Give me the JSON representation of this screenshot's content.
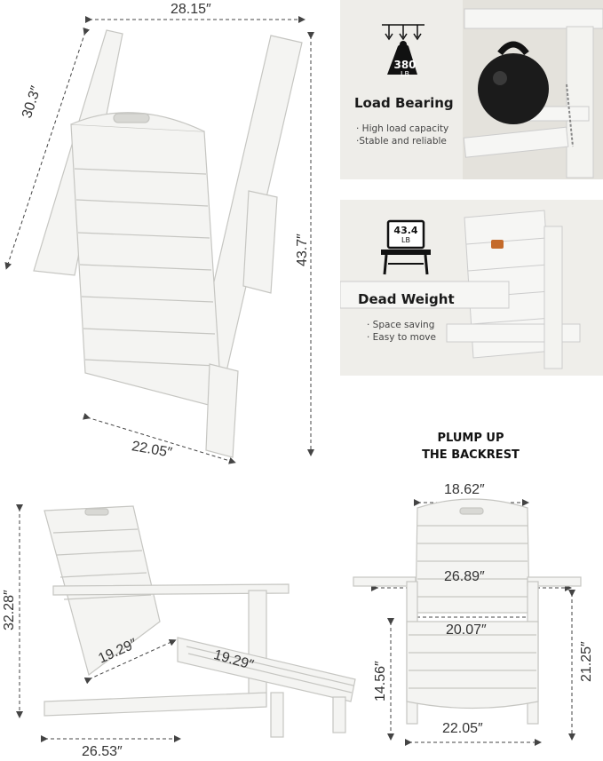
{
  "top_view": {
    "width_dim": "28.15″",
    "diag_dim": "30.3″",
    "height_dim": "43.7″",
    "bottom_dim": "22.05″"
  },
  "load_bearing": {
    "badge": "380",
    "badge_unit": "LB",
    "title": "Load Bearing",
    "bullets": [
      "· High load capacity",
      "·Stable and reliable"
    ]
  },
  "dead_weight": {
    "badge": "43.4",
    "badge_unit": "LB",
    "title": "Dead Weight",
    "bullets": [
      "· Space saving",
      "· Easy to move"
    ]
  },
  "plump_heading": [
    "PLUMP UP",
    "THE BACKREST"
  ],
  "side_view": {
    "height_dim": "32.28″",
    "seat_dim": "19.29″",
    "ottoman_dim": "19.29″",
    "depth_dim": "26.53″"
  },
  "front_view": {
    "back_width": "18.62″",
    "arm_width": "26.89″",
    "seat_width": "20.07″",
    "arm_height": "21.25″",
    "ottoman_height": "14.56″",
    "base_width": "22.05″"
  },
  "colors": {
    "chair": "#f3f3f1",
    "outline": "#c8c8c4",
    "panel": "#efeeea",
    "dimension": "#555555"
  }
}
